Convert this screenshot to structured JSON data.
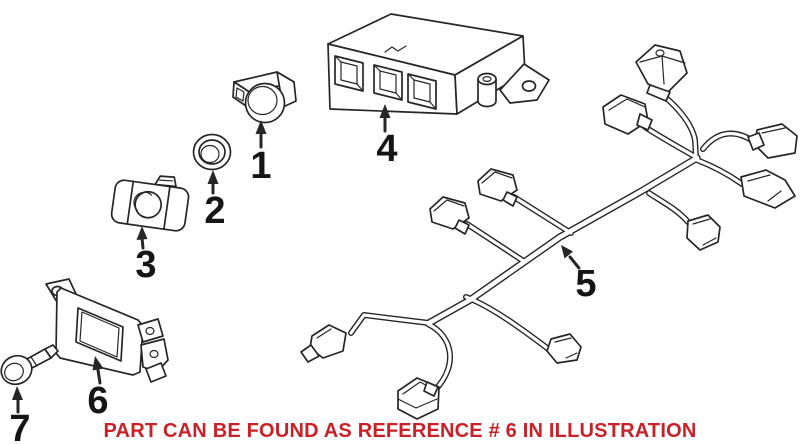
{
  "notice": {
    "text": "PART CAN BE FOUND AS REFERENCE # 6 IN ILLUSTRATION",
    "color": "#cc2027"
  },
  "diagram": {
    "background_color": "#ffffff",
    "line_color": "#262626",
    "callouts": [
      {
        "ref": "1",
        "part": "parking-distance-sensor"
      },
      {
        "ref": "2",
        "part": "sensor-seal-ring"
      },
      {
        "ref": "3",
        "part": "sensor-retainer-bracket"
      },
      {
        "ref": "4",
        "part": "parking-aid-control-module"
      },
      {
        "ref": "5",
        "part": "parking-aid-wiring-harness"
      },
      {
        "ref": "6",
        "part": "distance-sensor-module"
      },
      {
        "ref": "7",
        "part": "sensor-mounting-bolt"
      }
    ]
  }
}
